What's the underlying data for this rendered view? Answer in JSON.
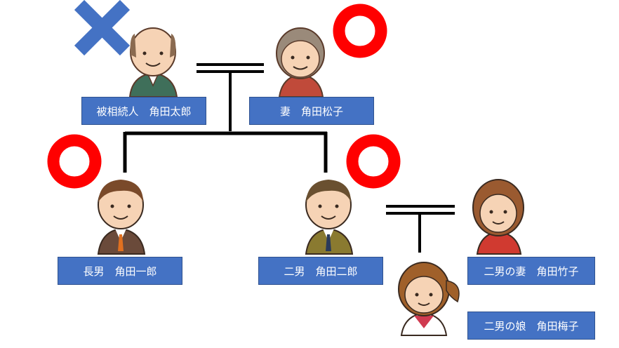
{
  "people": {
    "deceased": {
      "label": "被相続人　角田太郎",
      "mark": "cross"
    },
    "wife": {
      "label": "妻　角田松子",
      "mark": "circle"
    },
    "eldest_son": {
      "label": "長男　角田一郎",
      "mark": "circle"
    },
    "second_son": {
      "label": "二男　角田二郎",
      "mark": "circle"
    },
    "second_son_wife": {
      "label": "二男の妻　角田竹子"
    },
    "second_son_daughter": {
      "label": "二男の娘　角田梅子"
    }
  },
  "colors": {
    "box": "#4472c4",
    "box_text": "#ffffff",
    "cross_mark": "#4472c4",
    "circle_mark": "#ff0000",
    "line": "#000000"
  }
}
